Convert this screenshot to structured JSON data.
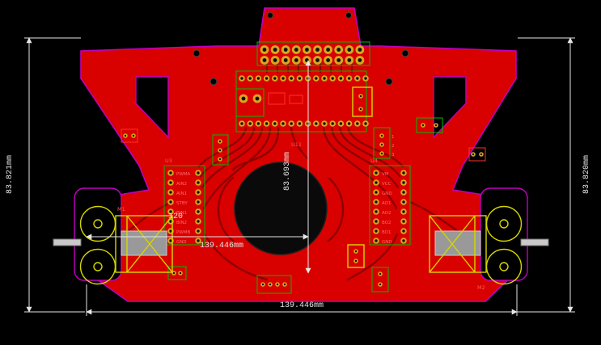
{
  "canvas": {
    "background": "#000000",
    "board_color": "#d90000",
    "outline_color": "#bf00bf",
    "pad_color": "#d8a520",
    "silk_color": "#00bb00",
    "dimension_color": "#e6e6e6",
    "label_color": "#ff5a5a"
  },
  "dimensions": {
    "left": "83.821mm",
    "right": "83.820mm",
    "bottom": "139.446mm",
    "inner": "139.446mm",
    "vertical": "83.693mm",
    "partial": "120"
  },
  "components": {
    "left_motor_ref": "M1",
    "right_motor_ref": "M2",
    "center_ref": "U11",
    "left_driver": {
      "ref": "U3",
      "pins": [
        "PWMA",
        "AIN2",
        "AIN1",
        "STBY",
        "BIN1",
        "BIN2",
        "PWMB",
        "GND"
      ]
    },
    "right_driver": {
      "ref": "U4",
      "pins": [
        "VM",
        "VCC",
        "GND",
        "AO1",
        "AO2",
        "BO2",
        "BO1",
        "GND"
      ]
    },
    "aux_header": {
      "pins": [
        "1",
        "2",
        "3"
      ]
    }
  }
}
